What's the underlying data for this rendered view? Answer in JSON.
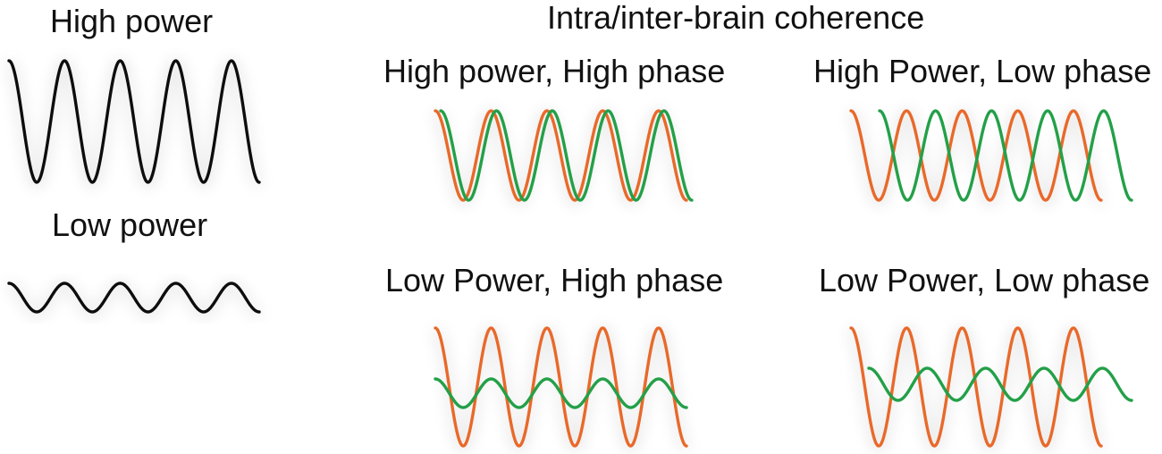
{
  "colors": {
    "black": "#111111",
    "orange": "#e8692a",
    "green": "#23a048"
  },
  "left": {
    "high_power_label": "High power",
    "low_power_label": "Low power"
  },
  "right": {
    "title": "Intra/inter-brain coherence",
    "panels": [
      {
        "label": "High power, High phase"
      },
      {
        "label": "High Power, Low phase"
      },
      {
        "label": "Low Power, High phase"
      },
      {
        "label": "Low Power, Low phase"
      }
    ]
  }
}
